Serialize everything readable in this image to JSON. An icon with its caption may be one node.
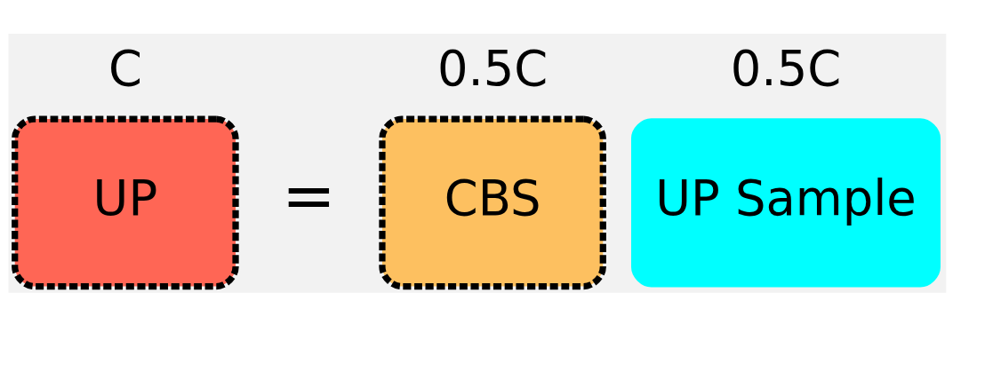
{
  "diagram": {
    "nodes": [
      {
        "text": [
          "UP"
        ],
        "beside": [
          "C"
        ]
      },
      {
        "text": [
          "CBS"
        ],
        "beside": [
          "0.5C"
        ]
      },
      {
        "text": [
          "UP Sample"
        ],
        "beside": [
          "0.5C"
        ]
      }
    ],
    "labels": [
      "="
    ]
  }
}
